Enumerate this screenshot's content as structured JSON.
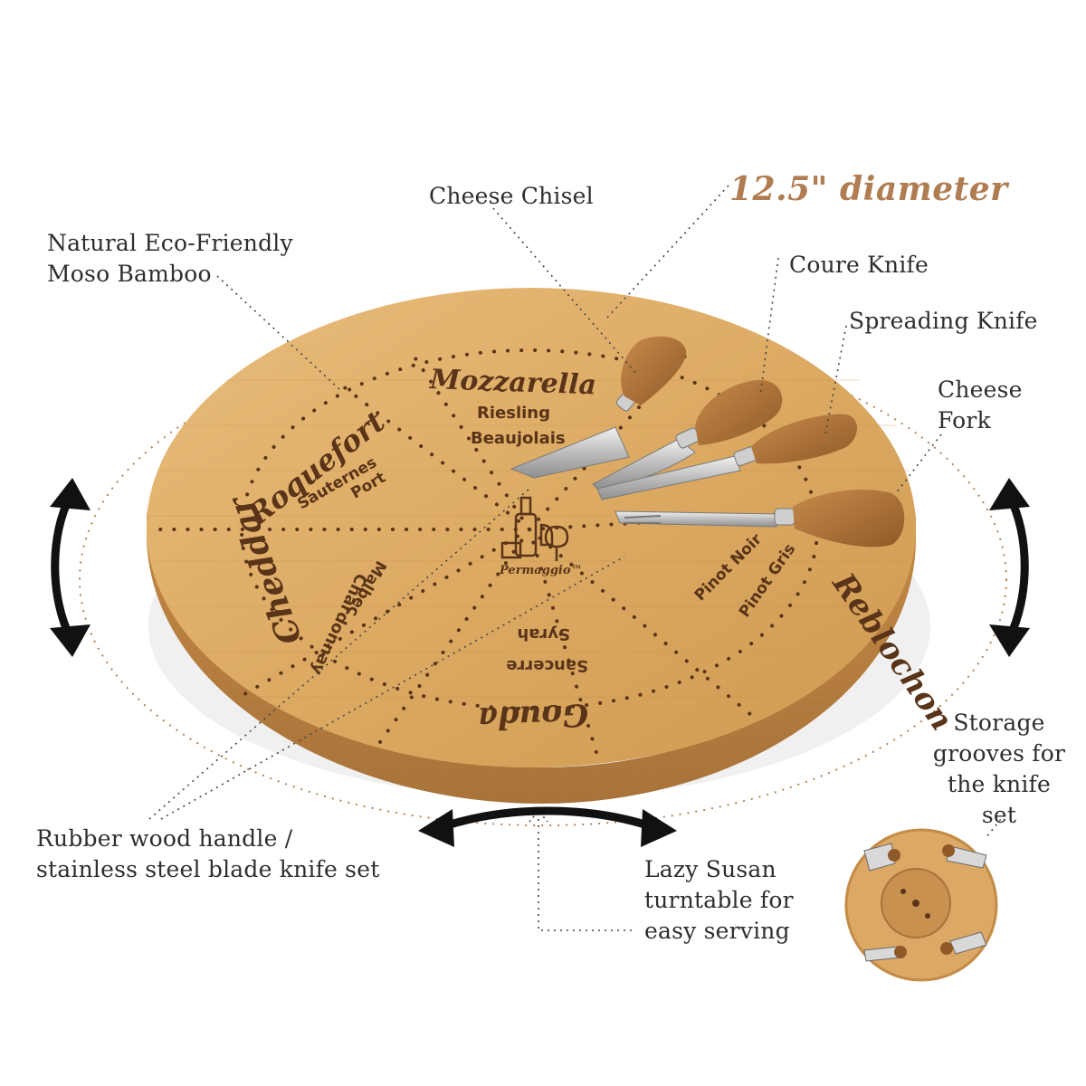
{
  "labels": {
    "natural_line1": "Natural Eco-Friendly",
    "natural_line2": "Moso Bamboo",
    "cheese_chisel": "Cheese Chisel",
    "diameter": "12.5\" diameter",
    "coure_knife": "Coure Knife",
    "spreading_knife": "Spreading Knife",
    "cheese_fork_line1": "Cheese",
    "cheese_fork_line2": "Fork",
    "storage_line1": "Storage",
    "storage_line2": "grooves for",
    "storage_line3": "the knife set",
    "rubber_line1": "Rubber wood handle /",
    "rubber_line2": "stainless steel blade knife set",
    "lazy_line1": "Lazy Susan",
    "lazy_line2": "turntable for",
    "lazy_line3": "easy serving"
  },
  "board": {
    "cheeses": [
      "Mozzarella",
      "Roquefort",
      "Cheddar",
      "Gouda",
      "Reblochon"
    ],
    "wines": [
      "Riesling",
      "Beaujolais",
      "Sauternes",
      "Port",
      "Malbec",
      "Chardonnay",
      "Syrah",
      "Sancerre",
      "Pinot Noir",
      "Pinot Gris"
    ],
    "logo_text": "Permaggio™"
  },
  "colors": {
    "wood_light": "#e2b06a",
    "wood_mid": "#d29d57",
    "wood_edge": "#b47d3b",
    "engraving": "#5a3418",
    "accent_text": "#b07c52",
    "guide_dots": "#b0845a"
  }
}
